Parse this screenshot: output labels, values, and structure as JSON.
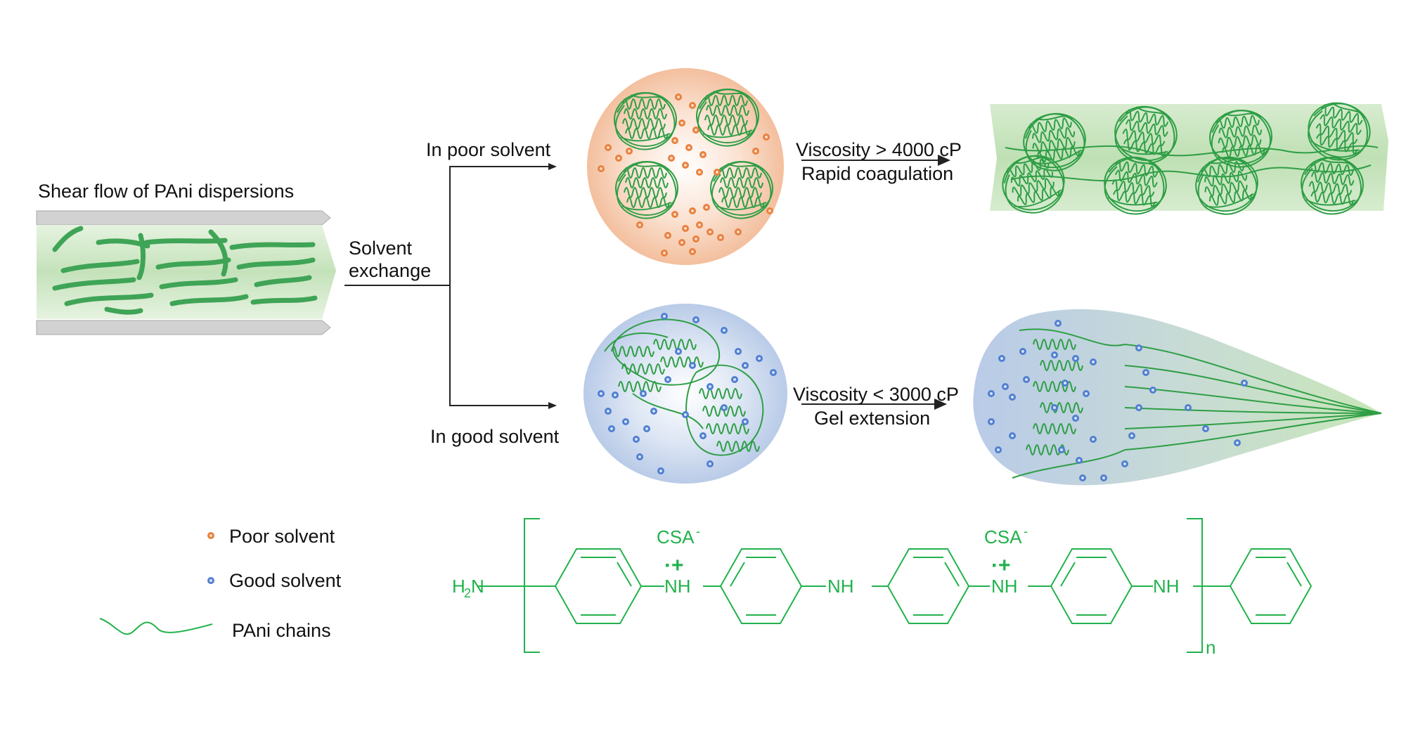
{
  "colors": {
    "chain_green": "#2e9e45",
    "formula_green": "#22b24c",
    "poor_solvent": "#e8813f",
    "good_solvent": "#4f7fd1",
    "flow_panel": "#cfe8c6",
    "arrow_gray": "#d2d2d2"
  },
  "labels": {
    "shear_flow": "Shear flow of PAni dispersions",
    "solvent_exchange_1": "Solvent",
    "solvent_exchange_2": "exchange",
    "poor_branch": "In poor solvent",
    "good_branch": "In good solvent",
    "poor_viscosity": "Viscosity > 4000 cP",
    "poor_result": "Rapid coagulation",
    "good_viscosity": "Viscosity < 3000 cP",
    "good_result": "Gel extension"
  },
  "legend": {
    "poor": "Poor solvent",
    "good": "Good solvent",
    "chains": "PAni chains"
  },
  "formula": {
    "end_group_main": "H",
    "end_group_sub": "2",
    "end_group_tail": "N",
    "nh": "NH",
    "csa_main": "CSA",
    "csa_sup": "-",
    "radical_cation": "·+",
    "subscript_n": "n"
  }
}
